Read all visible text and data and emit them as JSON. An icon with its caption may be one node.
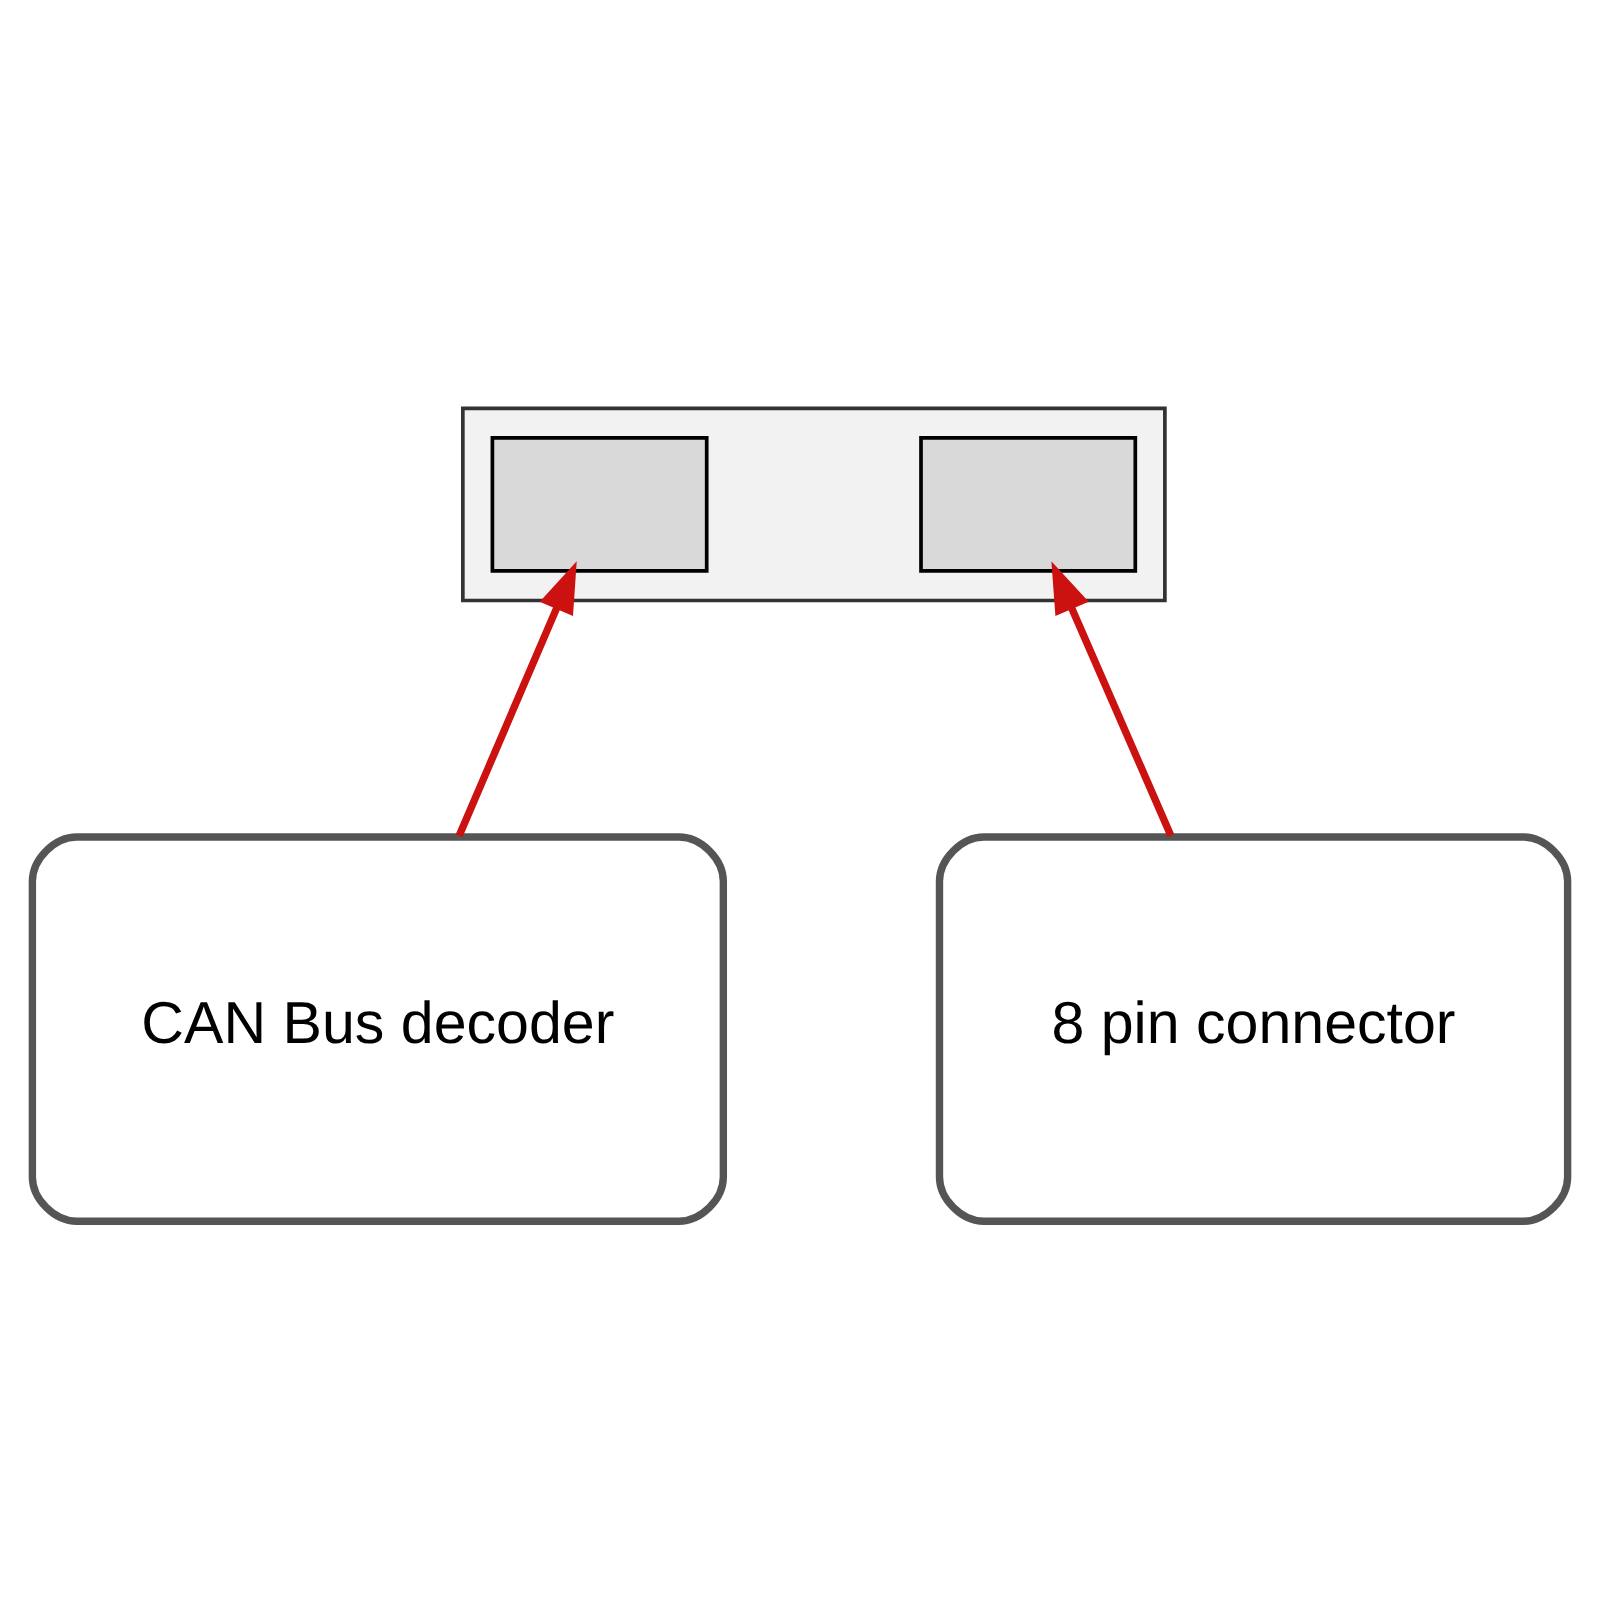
{
  "diagram": {
    "nodes": [
      {
        "text": [],
        "shape": "box"
      },
      {
        "text": [],
        "shape": "box",
        "in": 0
      },
      {
        "text": [],
        "shape": "box",
        "in": 0
      },
      {
        "text": [
          "CAN Bus decoder"
        ]
      },
      {
        "text": [
          "8 pin connector"
        ]
      }
    ],
    "edges": [
      {
        "from": 3,
        "to": 1,
        "arrow": "to"
      },
      {
        "from": 4,
        "to": 2,
        "arrow": "to"
      }
    ]
  }
}
